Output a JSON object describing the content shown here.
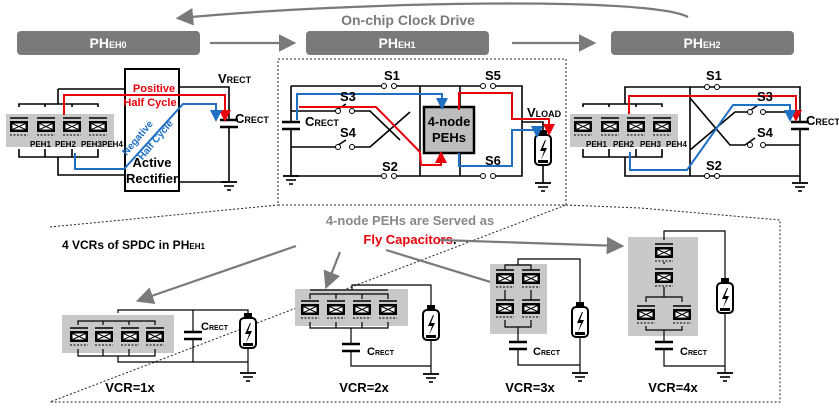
{
  "title": "On-chip Clock Drive",
  "phases": [
    {
      "main": "PH",
      "sub": "EH0"
    },
    {
      "main": "PH",
      "sub": "EH1"
    },
    {
      "main": "PH",
      "sub": "EH2"
    }
  ],
  "ph0": {
    "v_label": {
      "main": "V",
      "sub": "RECT"
    },
    "c_label": {
      "main": "C",
      "sub": "RECT"
    },
    "positive": [
      "Positive",
      "Half Cycle"
    ],
    "negative": [
      "Negative",
      "Half Cycle"
    ],
    "rectifier": [
      "Active",
      "Rectifier"
    ],
    "pehs": [
      "PEH1",
      "PEH2",
      "PEH3",
      "PEH4"
    ]
  },
  "ph1": {
    "switches": [
      "S1",
      "S2",
      "S3",
      "S4",
      "S5",
      "S6"
    ],
    "c_label": {
      "main": "C",
      "sub": "RECT"
    },
    "v_label": {
      "main": "V",
      "sub": "LOAD"
    },
    "block": [
      "4-node",
      "PEHs"
    ]
  },
  "ph2": {
    "switches": [
      "S1",
      "S2",
      "S3",
      "S4"
    ],
    "c_label": {
      "main": "C",
      "sub": "RECT"
    },
    "pehs": [
      "PEH1",
      "PEH2",
      "PEH3",
      "PEH4"
    ]
  },
  "bottom": {
    "heading": {
      "main": "4 VCRs of SPDC in PH",
      "sub": "EH1"
    },
    "note_line1": "4-node PEHs are Served as",
    "note_line2_red": "Fly Capacitors",
    "note_line2_end": ".",
    "c_label": {
      "main": "C",
      "sub": "RECT"
    },
    "vcrs": [
      "VCR=1x",
      "VCR=2x",
      "VCR=3x",
      "VCR=4x"
    ]
  },
  "colors": {
    "positive": "#e8000b",
    "negative": "#1f6fc4",
    "phase_bar": "#7a7a7a",
    "peh_bg": "#c8c8c8"
  }
}
